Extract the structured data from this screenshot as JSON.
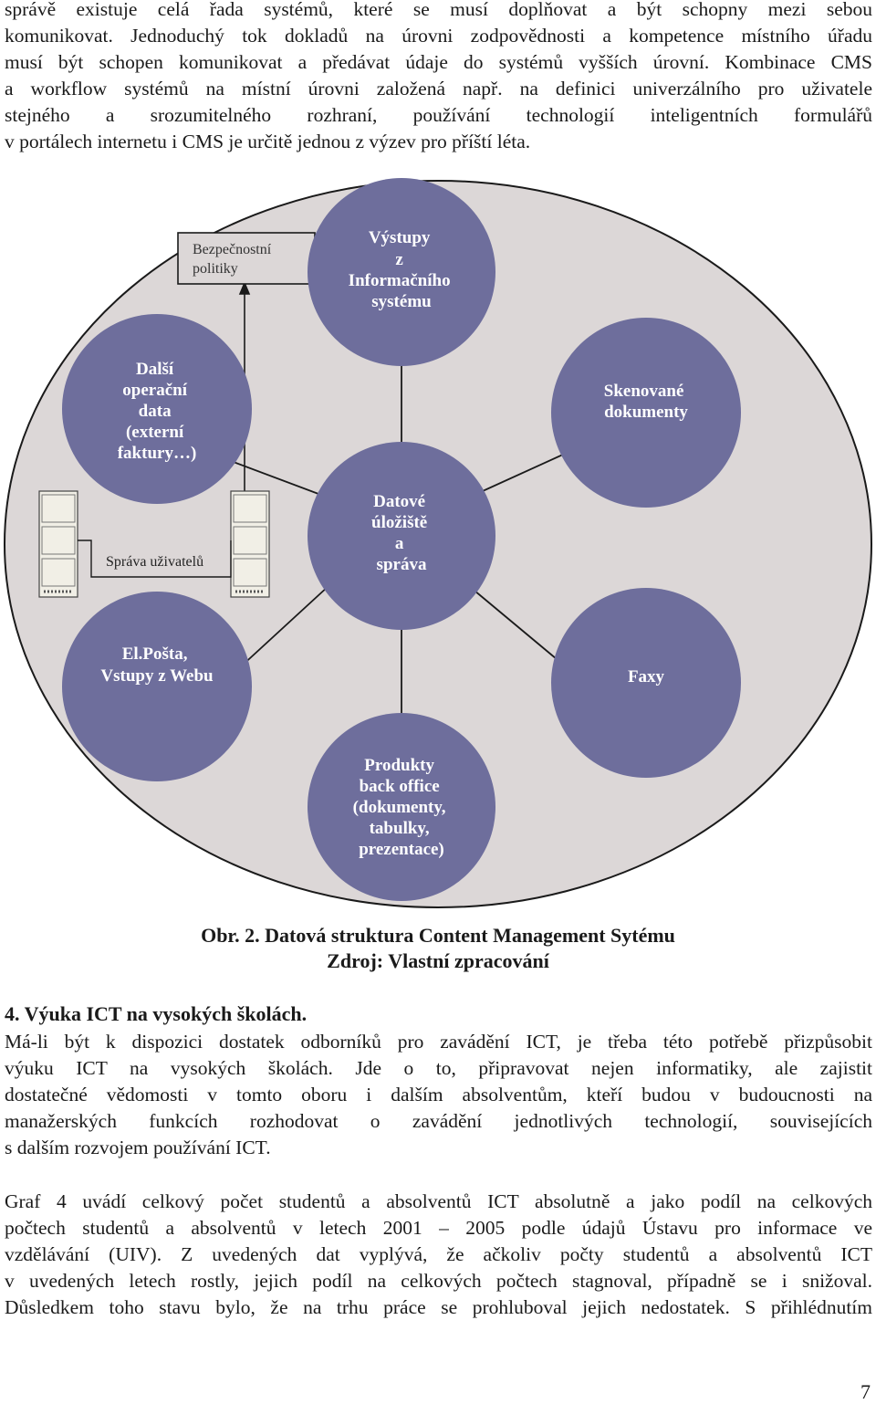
{
  "intro_lines": [
    "správě existuje celá řada systémů, které se musí doplňovat a být schopny mezi sebou",
    "komunikovat. Jednoduchý tok dokladů na úrovni zodpovědnosti a kompetence místního úřadu",
    "musí být schopen komunikovat a předávat údaje do systémů vyšších úrovní. Kombinace CMS",
    "a workflow systémů na místní úrovni založená např. na definici univerzálního pro uživatele",
    "stejného a srozumitelného rozhraní, používání technologií inteligentních formulářů",
    "v portálech internetu i CMS je určitě jednou z výzev pro příští léta."
  ],
  "diagram": {
    "box_label_lines": [
      "Bezpečnostní",
      "politiky"
    ],
    "user_admin_label": "Správa uživatelů",
    "center_node": [
      "Datové",
      "úložiště",
      "a",
      "správa"
    ],
    "nodes": {
      "top": [
        "Výstupy",
        "z",
        "Informačního",
        "systému"
      ],
      "upper_left": [
        "Další",
        "operační",
        "data",
        "(externí",
        "faktury…)"
      ],
      "upper_right": [
        "Skenované",
        "dokumenty"
      ],
      "lower_left": [
        "El.Pošta,",
        "Vstupy z Webu"
      ],
      "lower_right": [
        "Faxy"
      ],
      "bottom": [
        "Produkty",
        "back office",
        "(dokumenty,",
        "tabulky,",
        "prezentace)"
      ]
    },
    "colors": {
      "big_circle": "#dcd7d7",
      "node_fill": "#6e6e9c",
      "node_text": "#ffffff",
      "outline": "#1a1a1a"
    },
    "icons": [
      "server-icon",
      "server-icon"
    ]
  },
  "caption": {
    "line1": "Obr. 2. Datová struktura Content Management Sytému",
    "line2": "Zdroj: Vlastní zpracování"
  },
  "section_heading": "4. Výuka ICT na vysokých školách.",
  "section_para1_lines": [
    "Má-li být k dispozici dostatek odborníků pro zavádění ICT, je třeba této potřebě přizpůsobit",
    "výuku ICT na vysokých školách. Jde o to, připravovat nejen informatiky, ale zajistit",
    "dostatečné vědomosti v tomto oboru i dalším absolventům, kteří budou v budoucnosti na",
    "manažerských funkcích rozhodovat o zavádění jednotlivých technologií, souvisejících",
    "s dalším rozvojem používání ICT."
  ],
  "section_para2_lines": [
    "Graf 4 uvádí celkový počet studentů a absolventů ICT absolutně a jako podíl na celkových",
    "počtech studentů a absolventů v letech 2001 – 2005 podle údajů Ústavu pro informace ve",
    "vzdělávání (UIV). Z uvedených dat vyplývá, že ačkoliv počty studentů a absolventů ICT",
    "v uvedených letech rostly, jejich podíl na celkových počtech stagnoval, případně se i snižoval.",
    "Důsledkem toho stavu bylo, že na trhu práce se prohluboval jejich nedostatek. S přihlédnutím"
  ],
  "page_number": "7"
}
